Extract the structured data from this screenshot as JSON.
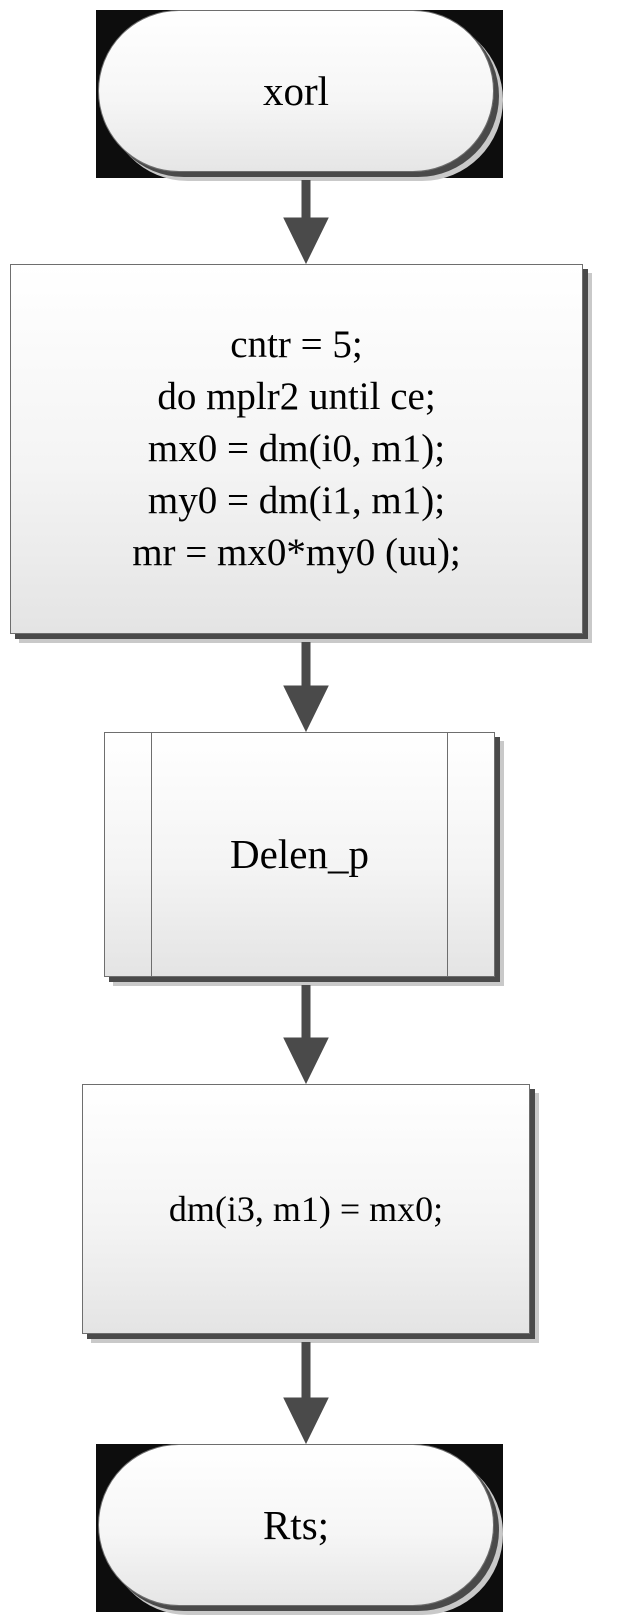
{
  "flowchart": {
    "start": {
      "label": "xorl"
    },
    "process1": {
      "lines": [
        "cntr = 5;",
        "do mplr2 until ce;",
        "mx0 = dm(i0, m1);",
        "my0 = dm(i1, m1);",
        "mr = mx0*my0 (uu);"
      ]
    },
    "subroutine": {
      "label": "Delen_p"
    },
    "process2": {
      "label": "dm(i3, m1) = mx0;"
    },
    "end": {
      "label": "Rts;"
    }
  },
  "colors": {
    "border": "#6e6e6e",
    "shadow": "#4a4a4a",
    "arrow": "#4a4a4a",
    "fill_top": "#ffffff",
    "fill_bottom": "#e4e4e4",
    "terminator_corner": "#0d0d0d"
  }
}
